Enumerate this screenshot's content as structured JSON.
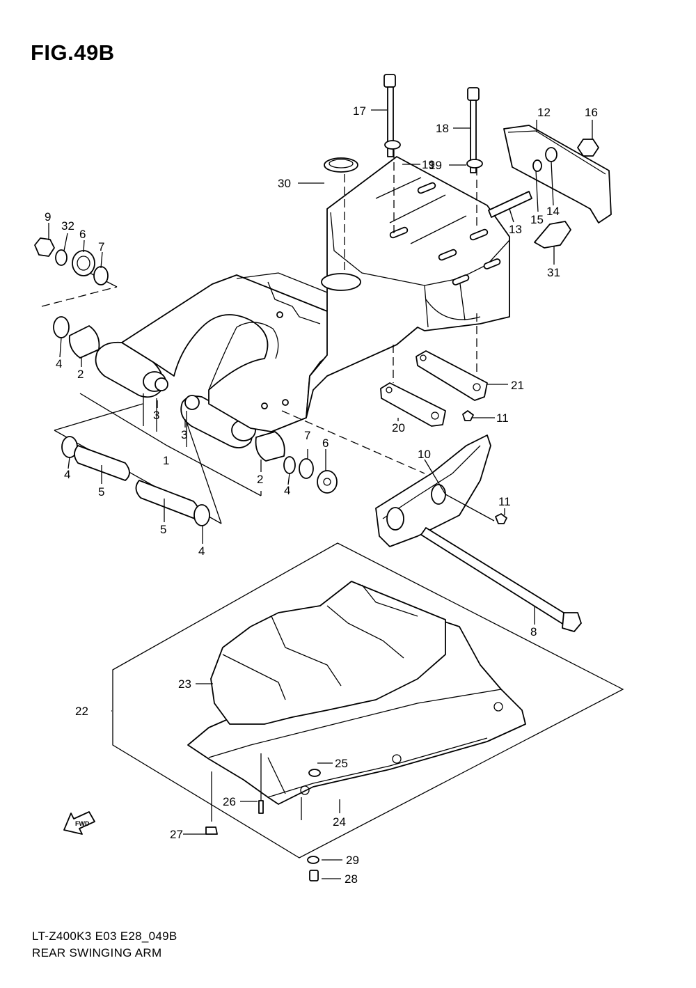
{
  "figure": {
    "title": "FIG.49B"
  },
  "footer": {
    "code": "LT-Z400K3 E03 E28_049B",
    "name": "REAR SWINGING ARM"
  },
  "fwd_label": "FWD",
  "parts": [
    {
      "num": "1"
    },
    {
      "num": "2"
    },
    {
      "num": "3"
    },
    {
      "num": "4"
    },
    {
      "num": "5"
    },
    {
      "num": "6"
    },
    {
      "num": "7"
    },
    {
      "num": "8"
    },
    {
      "num": "9"
    },
    {
      "num": "10"
    },
    {
      "num": "11"
    },
    {
      "num": "12"
    },
    {
      "num": "13"
    },
    {
      "num": "14"
    },
    {
      "num": "15"
    },
    {
      "num": "16"
    },
    {
      "num": "17"
    },
    {
      "num": "18"
    },
    {
      "num": "19"
    },
    {
      "num": "20"
    },
    {
      "num": "21"
    },
    {
      "num": "22"
    },
    {
      "num": "23"
    },
    {
      "num": "24"
    },
    {
      "num": "25"
    },
    {
      "num": "26"
    },
    {
      "num": "27"
    },
    {
      "num": "28"
    },
    {
      "num": "29"
    },
    {
      "num": "30"
    },
    {
      "num": "31"
    },
    {
      "num": "32"
    }
  ]
}
